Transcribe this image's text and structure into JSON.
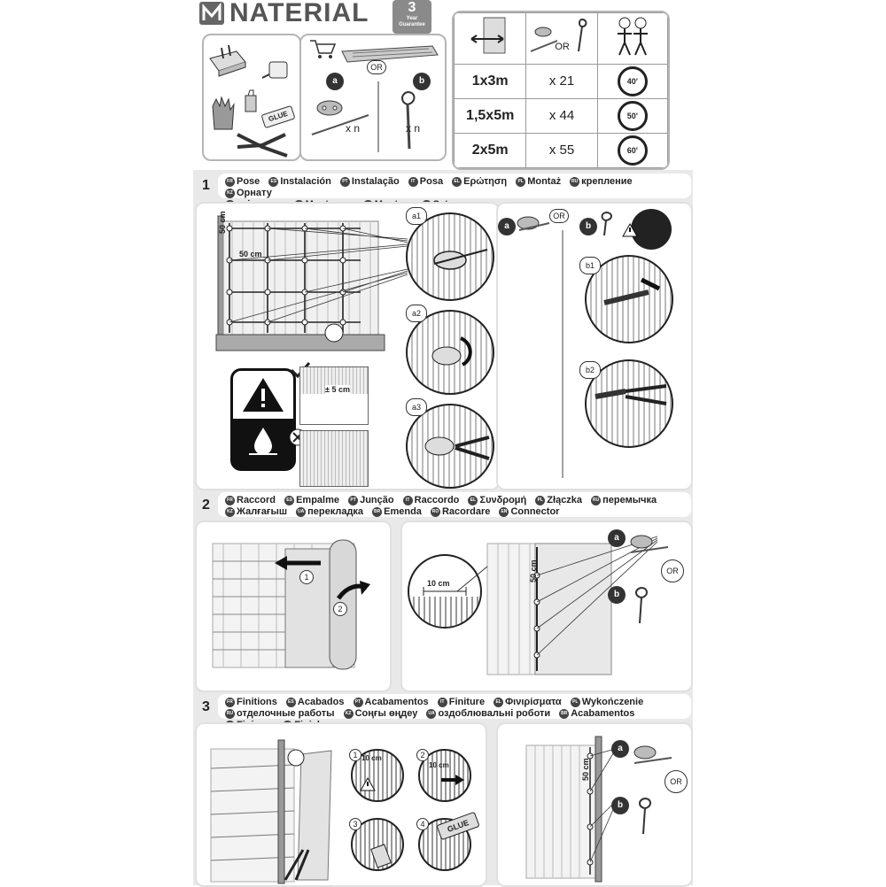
{
  "brand": {
    "name": "NATERIAL",
    "guarantee_num": "3",
    "guarantee_lines": [
      "Year",
      "Guarantee"
    ]
  },
  "header": {
    "option_a": "a",
    "option_b": "b",
    "or": "OR",
    "multiply_a": "x n",
    "multiply_b": "x n",
    "glue": "GLUE",
    "spec_table": {
      "header_or": "OR",
      "rows": [
        {
          "size": "1x3m",
          "qty": "x 21",
          "time": "40'"
        },
        {
          "size": "1,5x5m",
          "qty": "x 44",
          "time": "50'"
        },
        {
          "size": "2x5m",
          "qty": "x 55",
          "time": "60'"
        }
      ]
    }
  },
  "steps": [
    {
      "number": "1",
      "langs": [
        {
          "code": "FR",
          "text": "Pose"
        },
        {
          "code": "ES",
          "text": "Instalación"
        },
        {
          "code": "PT",
          "text": "Instalação"
        },
        {
          "code": "IT",
          "text": "Posa"
        },
        {
          "code": "EL",
          "text": "Ερώτηση"
        },
        {
          "code": "PL",
          "text": "Montaż"
        },
        {
          "code": "RU",
          "text": "крепление"
        },
        {
          "code": "KZ",
          "text": "Орнату"
        },
        {
          "code": "UA",
          "text": "кріплення"
        },
        {
          "code": "BR",
          "text": "Montagem"
        },
        {
          "code": "RO",
          "text": "Montare"
        },
        {
          "code": "EN",
          "text": "Setup"
        }
      ]
    },
    {
      "number": "2",
      "langs": [
        {
          "code": "FR",
          "text": "Raccord"
        },
        {
          "code": "ES",
          "text": "Empalme"
        },
        {
          "code": "PT",
          "text": "Junção"
        },
        {
          "code": "IT",
          "text": "Raccordo"
        },
        {
          "code": "EL",
          "text": "Συνδρομή"
        },
        {
          "code": "PL",
          "text": "Złączka"
        },
        {
          "code": "RU",
          "text": "перемычка"
        },
        {
          "code": "KZ",
          "text": "Жалғағыш"
        },
        {
          "code": "UA",
          "text": "перекладка"
        },
        {
          "code": "BR",
          "text": "Emenda"
        },
        {
          "code": "RO",
          "text": "Racordare"
        },
        {
          "code": "EN",
          "text": "Connector"
        }
      ]
    },
    {
      "number": "3",
      "langs": [
        {
          "code": "FR",
          "text": "Finitions"
        },
        {
          "code": "ES",
          "text": "Acabados"
        },
        {
          "code": "PT",
          "text": "Acabamentos"
        },
        {
          "code": "IT",
          "text": "Finiture"
        },
        {
          "code": "EL",
          "text": "Φινιρίσματα"
        },
        {
          "code": "PL",
          "text": "Wykończenie"
        },
        {
          "code": "RU",
          "text": "отделочные работы"
        },
        {
          "code": "KZ",
          "text": "Соңғы өңдеу"
        },
        {
          "code": "UA",
          "text": "оздоблювальні роботи"
        },
        {
          "code": "BR",
          "text": "Acabamentos"
        },
        {
          "code": "RO",
          "text": "Finisare"
        },
        {
          "code": "EN",
          "text": "Finishes"
        }
      ]
    }
  ],
  "step1": {
    "dim_v": "50 cm",
    "dim_h": "50 cm",
    "gap": "± 5 cm",
    "a1": "a1",
    "a2": "a2",
    "a3": "a3",
    "b1": "b1",
    "b2": "b2",
    "a": "a",
    "b": "b",
    "or": "OR"
  },
  "step2": {
    "arrow1": "1",
    "arrow2": "2",
    "overlap": "10 cm",
    "dim_v": "50 cm",
    "a": "a",
    "b": "b",
    "or": "OR"
  },
  "step3": {
    "sub1": "1",
    "sub2": "2",
    "sub3": "3",
    "sub4": "4",
    "cut1": "10 cm",
    "cut2": "10 cm",
    "glue": "GLUE",
    "dim_v": "50 cm",
    "a": "a",
    "b": "b",
    "or": "OR"
  }
}
